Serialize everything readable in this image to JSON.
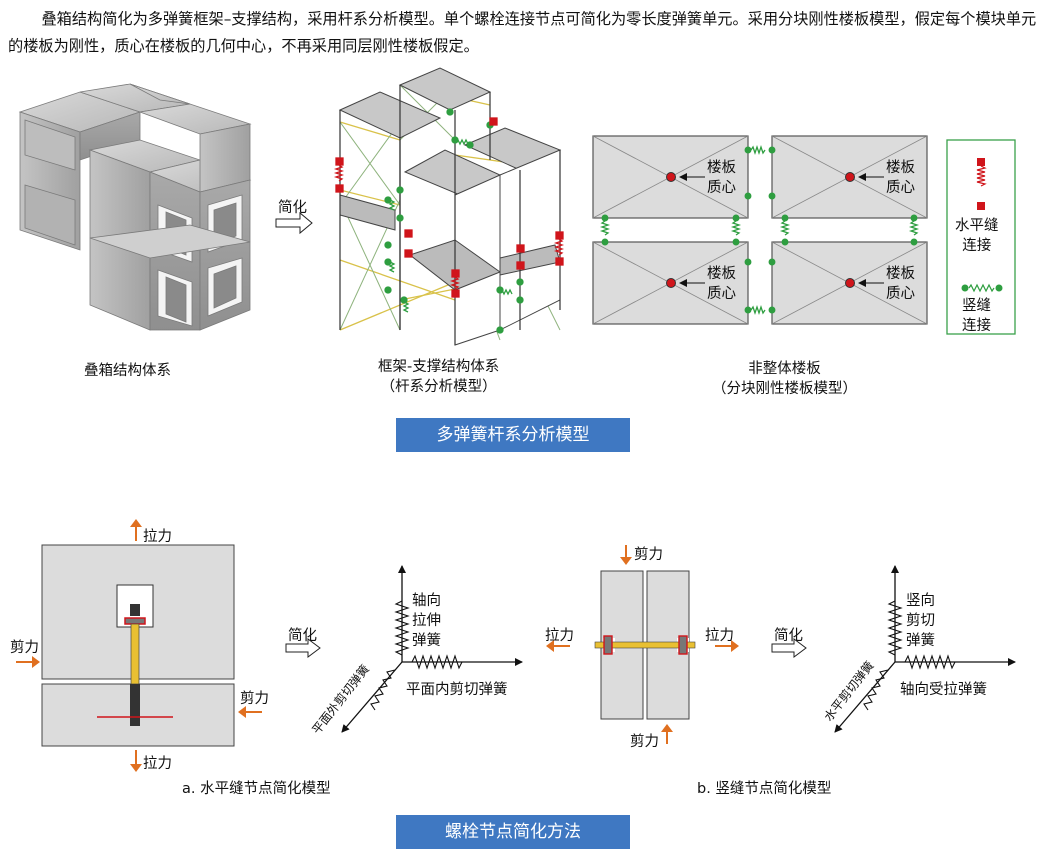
{
  "intro": "叠箱结构简化为多弹簧框架–支撑结构，采用杆系分析模型。单个螺栓连接节点可简化为零长度弹簧单元。采用分块刚性楼板模型，假定每个模块单元的楼板为刚性，质心在楼板的几何中心，不再采用同层刚性楼板假定。",
  "top": {
    "simplify": "简化",
    "stack_label": "叠箱结构体系",
    "frame_label_1": "框架-支撑结构体系",
    "frame_label_2": "（杆系分析模型）",
    "floor_label_1": "非整体楼板",
    "floor_label_2": "（分块刚性楼板模型）",
    "centroid_1": "楼板",
    "centroid_2": "质心",
    "legend": {
      "horizontal_1": "水平缝",
      "horizontal_2": "连接",
      "vertical_1": "竖缝",
      "vertical_2": "连接"
    },
    "banner": "多弹簧杆系分析模型"
  },
  "bottom": {
    "simplify": "简化",
    "tension": "拉力",
    "shear": "剪力",
    "axis_axial_1": "轴向",
    "axis_axial_2": "拉伸",
    "axis_axial_3": "弹簧",
    "axis_inplane": "平面内剪切弹簧",
    "axis_outplane": "平面外剪切弹簧",
    "axis_vert_1": "竖向",
    "axis_vert_2": "剪切",
    "axis_vert_3": "弹簧",
    "axis_axial_tension": "轴向受拉弹簧",
    "axis_horiz_shear": "水平剪切弹簧",
    "caption_a": "a. 水平缝节点简化模型",
    "caption_b": "b. 竖缝节点简化模型",
    "banner": "螺栓节点简化方法"
  },
  "colors": {
    "banner": "#3f78c2",
    "arrow_orange": "#e07020",
    "spring_red": "#d0151b",
    "spring_green": "#2e9e40",
    "bolt_yellow": "#e9c032",
    "legend_border": "#3aa04a",
    "panel_gray": "#dcdcdc"
  }
}
